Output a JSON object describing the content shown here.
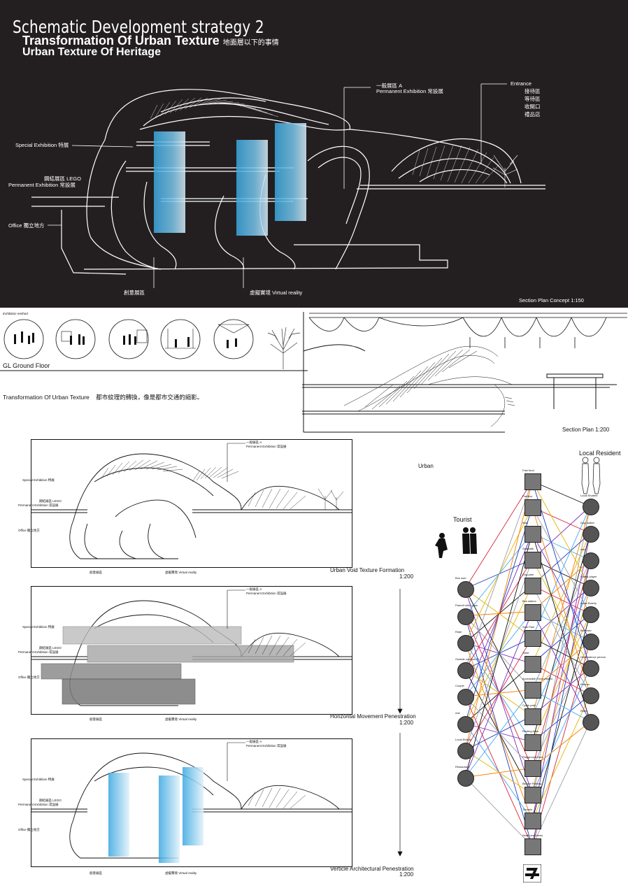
{
  "header": {
    "title": "Schematic Development strategy 2",
    "subtitle1": "Transformation Of Urban Texture",
    "subtitle1_cjk": "地面層以下的事情",
    "subtitle2": "Urban Texture Of Heritage"
  },
  "section_concept": {
    "labels": {
      "special_exhibition": "Special Exhibition 特展",
      "lego_line1": "鋼結展區 LEGO",
      "lego_line2": "Permanent Exhibition 常設展",
      "office": "Office 獨立地方",
      "creative": "創意展區",
      "vr": "虛擬實境 Virtual reality",
      "general_line1": "一般展區 A",
      "general_line2": "Permanent Exhibition 常設展",
      "entrance": "Entrance",
      "entrance_items": [
        "接待區",
        "等待區",
        "收開口",
        "禮品店"
      ]
    },
    "caption": "Section Plan Concept 1:150"
  },
  "middle": {
    "exhibition_method": "Exhibition method",
    "ground_floor": "GL Ground Floor",
    "transformation": "Transformation Of Urban Texture",
    "transformation_cjk": "都市紋理的轉換，像是都市交通的縮影。",
    "section_plan": "Section Plan 1:200"
  },
  "diagrams": [
    {
      "caption": "Urban Void Texture Formation",
      "scale": "1:200"
    },
    {
      "caption": "Horizontal Movement Penestration",
      "scale": "1:200"
    },
    {
      "caption": "Verticle Architectural Penestration",
      "scale": "1:200"
    }
  ],
  "diagram_labels": {
    "general_line1": "一般展區 A",
    "general_line2": "Permanent Exhibition 常設展",
    "special": "Special Exhibition 特展",
    "lego_line1": "鋼結展區 LEGO",
    "lego_line2": "Permanent Exhibition 常設展",
    "office": "Office 獨立地方",
    "creative": "創意展區",
    "vr": "虛擬實境 Virtual reality"
  },
  "network": {
    "urban_title": "Urban",
    "tourist_title": "Tourist",
    "resident_title": "Local Resident",
    "tourist_nodes": [
      "Bus user",
      "Parent+child pass",
      "Rider",
      "Outside courses St",
      "Couple",
      "rest",
      "Local Elderly",
      "Restaurant"
    ],
    "urban_nodes": [
      "Fast food",
      "Pavilion",
      "Wall",
      "Sidewalk",
      "Dog park",
      "Bus station",
      "Side Park",
      "Toilet",
      "Accessible Environment",
      "Cycle path",
      "Resting Area",
      "Playground Area",
      "Bicycle Parking",
      "Tunnels",
      "Seats and views",
      "7-ELEVEN"
    ],
    "resident_nodes": [
      "Local Student",
      "Dog walker",
      "rest",
      "Chess player",
      "Local Elderly",
      "Bus user",
      "Dependence person",
      "Runner",
      "Rider"
    ],
    "logo_label": "ELEVEN",
    "line_colors": [
      "#d7263d",
      "#1d3fbf",
      "#e3b505",
      "#111111",
      "#7b2cbf",
      "#3fa9f5",
      "#f77f00",
      "#9aa0a6"
    ]
  }
}
